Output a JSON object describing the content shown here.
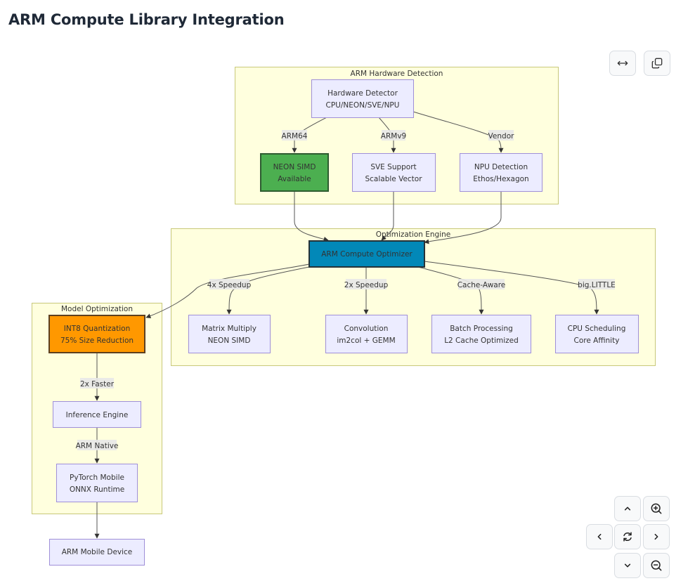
{
  "page": {
    "title": "ARM Compute Library Integration"
  },
  "toolbar": {
    "buttons": [
      {
        "name": "fit-width-button",
        "icon": "horizontal-arrows-icon"
      },
      {
        "name": "copy-button",
        "icon": "copy-icon"
      }
    ]
  },
  "nav_controls": {
    "buttons": [
      {
        "name": "pan-up-button",
        "icon": "chevron-up-icon"
      },
      {
        "name": "zoom-in-button",
        "icon": "zoom-in-icon"
      },
      {
        "name": "pan-left-button",
        "icon": "chevron-left-icon"
      },
      {
        "name": "reset-view-button",
        "icon": "refresh-icon"
      },
      {
        "name": "pan-right-button",
        "icon": "chevron-right-icon"
      },
      {
        "name": "pan-down-button",
        "icon": "chevron-down-icon"
      },
      {
        "name": "zoom-out-button",
        "icon": "zoom-out-icon"
      }
    ]
  },
  "colors": {
    "cluster_fill": "#ffffde",
    "node_default": "#ececff",
    "neon_green": "#4caf50",
    "optimizer_blue": "#0288b8",
    "quant_orange": "#ff9800"
  },
  "diagram": {
    "clusters": {
      "hardware": {
        "label": "ARM Hardware Detection"
      },
      "optimization": {
        "label": "Optimization Engine"
      },
      "model": {
        "label": "Model Optimization"
      }
    },
    "nodes": {
      "detector": {
        "lines": [
          "Hardware Detector",
          "CPU/NEON/SVE/NPU"
        ]
      },
      "neon": {
        "lines": [
          "NEON SIMD",
          "Available"
        ]
      },
      "sve": {
        "lines": [
          "SVE Support",
          "Scalable Vector"
        ]
      },
      "npu": {
        "lines": [
          "NPU Detection",
          "Ethos/Hexagon"
        ]
      },
      "optimizer": {
        "lines": [
          "ARM Compute Optimizer"
        ]
      },
      "matmul": {
        "lines": [
          "Matrix Multiply",
          "NEON SIMD"
        ]
      },
      "conv": {
        "lines": [
          "Convolution",
          "im2col + GEMM"
        ]
      },
      "batch": {
        "lines": [
          "Batch Processing",
          "L2 Cache Optimized"
        ]
      },
      "sched": {
        "lines": [
          "CPU Scheduling",
          "Core Affinity"
        ]
      },
      "int8": {
        "lines": [
          "INT8 Quantization",
          "75% Size Reduction"
        ]
      },
      "inference": {
        "lines": [
          "Inference Engine"
        ]
      },
      "runtime": {
        "lines": [
          "PyTorch Mobile",
          "ONNX Runtime"
        ]
      },
      "device": {
        "lines": [
          "ARM Mobile Device"
        ]
      }
    },
    "edges": [
      {
        "from": "detector",
        "to": "neon",
        "label": "ARM64"
      },
      {
        "from": "detector",
        "to": "sve",
        "label": "ARMv9"
      },
      {
        "from": "detector",
        "to": "npu",
        "label": "Vendor"
      },
      {
        "from": "neon",
        "to": "optimizer",
        "label": ""
      },
      {
        "from": "sve",
        "to": "optimizer",
        "label": ""
      },
      {
        "from": "npu",
        "to": "optimizer",
        "label": ""
      },
      {
        "from": "optimizer",
        "to": "matmul",
        "label": "4x Speedup"
      },
      {
        "from": "optimizer",
        "to": "conv",
        "label": "2x Speedup"
      },
      {
        "from": "optimizer",
        "to": "batch",
        "label": "Cache-Aware"
      },
      {
        "from": "optimizer",
        "to": "sched",
        "label": "big.LITTLE"
      },
      {
        "from": "optimizer",
        "to": "int8",
        "label": ""
      },
      {
        "from": "int8",
        "to": "inference",
        "label": "2x Faster"
      },
      {
        "from": "inference",
        "to": "runtime",
        "label": "ARM Native"
      },
      {
        "from": "runtime",
        "to": "device",
        "label": ""
      }
    ]
  }
}
